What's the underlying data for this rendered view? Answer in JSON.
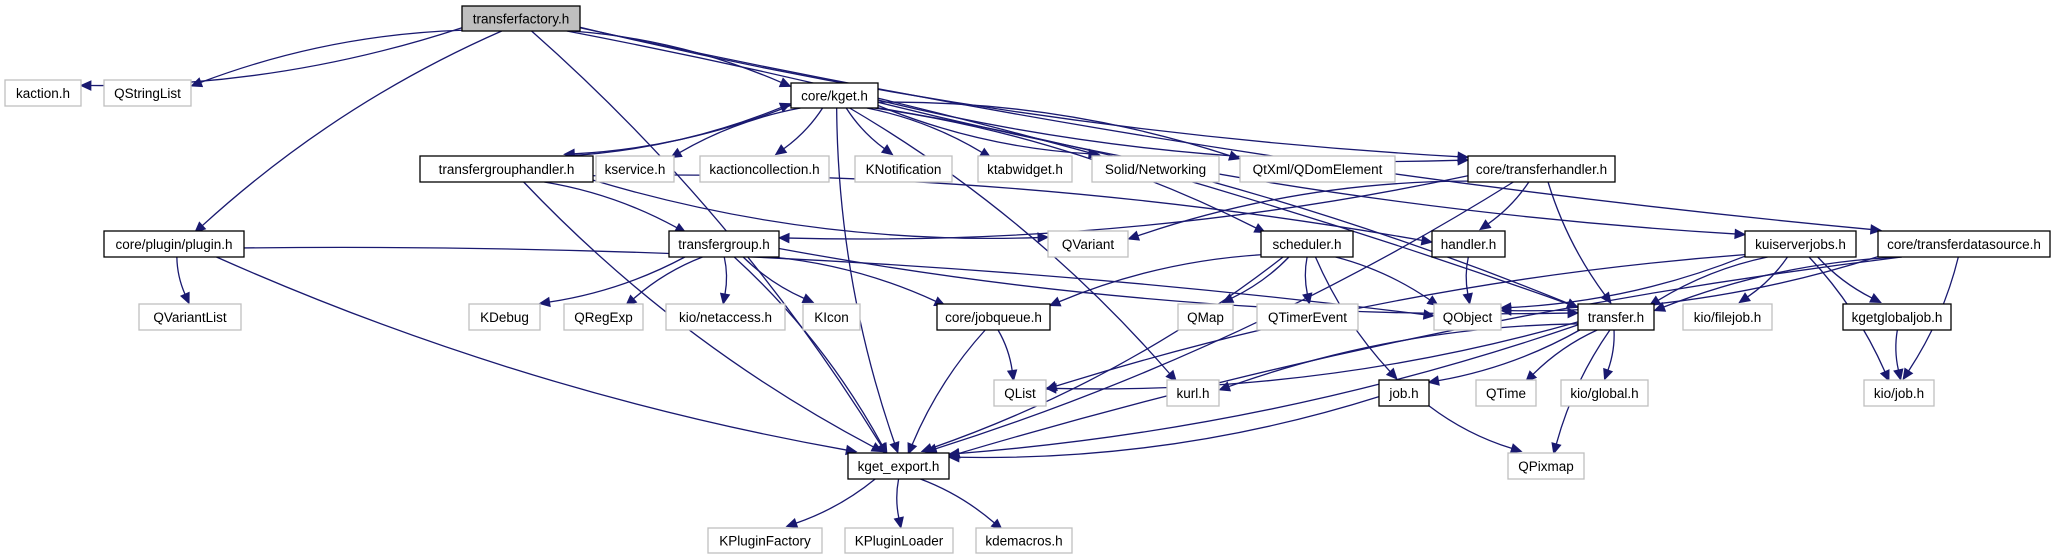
{
  "title": "transferfactory.h include dependency graph",
  "colors": {
    "edge": "#191970",
    "root_fill": "#bfbfbf",
    "local_border": "#000000",
    "external_border": "#bfbfbf"
  },
  "nodes": [
    {
      "id": "transferfactory",
      "label": "transferfactory.h",
      "kind": "root"
    },
    {
      "id": "kaction",
      "label": "kaction.h",
      "kind": "external"
    },
    {
      "id": "qstringlist",
      "label": "QStringList",
      "kind": "external"
    },
    {
      "id": "kget",
      "label": "core/kget.h",
      "kind": "local"
    },
    {
      "id": "transfergrouphandler",
      "label": "transfergrouphandler.h",
      "kind": "local"
    },
    {
      "id": "kservice",
      "label": "kservice.h",
      "kind": "external"
    },
    {
      "id": "kactioncollection",
      "label": "kactioncollection.h",
      "kind": "external"
    },
    {
      "id": "knotification",
      "label": "KNotification",
      "kind": "external"
    },
    {
      "id": "ktabwidget",
      "label": "ktabwidget.h",
      "kind": "external"
    },
    {
      "id": "solidnetworking",
      "label": "Solid/Networking",
      "kind": "external"
    },
    {
      "id": "qdomelement",
      "label": "QtXml/QDomElement",
      "kind": "external"
    },
    {
      "id": "transferhandler",
      "label": "core/transferhandler.h",
      "kind": "local"
    },
    {
      "id": "plugin",
      "label": "core/plugin/plugin.h",
      "kind": "local"
    },
    {
      "id": "transfergroup",
      "label": "transfergroup.h",
      "kind": "local"
    },
    {
      "id": "qvariant",
      "label": "QVariant",
      "kind": "external"
    },
    {
      "id": "scheduler",
      "label": "scheduler.h",
      "kind": "local"
    },
    {
      "id": "handler",
      "label": "handler.h",
      "kind": "local"
    },
    {
      "id": "kuiserverjobs",
      "label": "kuiserverjobs.h",
      "kind": "local"
    },
    {
      "id": "transferdatasource",
      "label": "core/transferdatasource.h",
      "kind": "local"
    },
    {
      "id": "qvariantlist",
      "label": "QVariantList",
      "kind": "external"
    },
    {
      "id": "kdebug",
      "label": "KDebug",
      "kind": "external"
    },
    {
      "id": "qregexp",
      "label": "QRegExp",
      "kind": "external"
    },
    {
      "id": "netaccess",
      "label": "kio/netaccess.h",
      "kind": "external"
    },
    {
      "id": "kicon",
      "label": "KIcon",
      "kind": "external"
    },
    {
      "id": "jobqueue",
      "label": "core/jobqueue.h",
      "kind": "local"
    },
    {
      "id": "qmap",
      "label": "QMap",
      "kind": "external"
    },
    {
      "id": "qtimerevent",
      "label": "QTimerEvent",
      "kind": "external"
    },
    {
      "id": "qobject",
      "label": "QObject",
      "kind": "external"
    },
    {
      "id": "transfer",
      "label": "transfer.h",
      "kind": "local"
    },
    {
      "id": "filejob",
      "label": "kio/filejob.h",
      "kind": "external"
    },
    {
      "id": "kgetglobaljob",
      "label": "kgetglobaljob.h",
      "kind": "local"
    },
    {
      "id": "qlist",
      "label": "QList",
      "kind": "external"
    },
    {
      "id": "kurl",
      "label": "kurl.h",
      "kind": "external"
    },
    {
      "id": "job",
      "label": "job.h",
      "kind": "local"
    },
    {
      "id": "qtime",
      "label": "QTime",
      "kind": "external"
    },
    {
      "id": "kioglobal",
      "label": "kio/global.h",
      "kind": "external"
    },
    {
      "id": "kiojob",
      "label": "kio/job.h",
      "kind": "external"
    },
    {
      "id": "kgetexport",
      "label": "kget_export.h",
      "kind": "local"
    },
    {
      "id": "qpixmap",
      "label": "QPixmap",
      "kind": "external"
    },
    {
      "id": "kpluginfactory",
      "label": "KPluginFactory",
      "kind": "external"
    },
    {
      "id": "kpluginloader",
      "label": "KPluginLoader",
      "kind": "external"
    },
    {
      "id": "kdemacros",
      "label": "kdemacros.h",
      "kind": "external"
    }
  ],
  "edges": [
    [
      "transferfactory",
      "kaction"
    ],
    [
      "transferfactory",
      "qstringlist"
    ],
    [
      "transferfactory",
      "kget"
    ],
    [
      "transferfactory",
      "plugin"
    ],
    [
      "transferfactory",
      "kgetexport"
    ],
    [
      "transferfactory",
      "transferhandler"
    ],
    [
      "transferfactory",
      "transfer"
    ],
    [
      "transferfactory",
      "transferdatasource"
    ],
    [
      "kget",
      "transfergrouphandler"
    ],
    [
      "kget",
      "kservice"
    ],
    [
      "kget",
      "kactioncollection"
    ],
    [
      "kget",
      "knotification"
    ],
    [
      "kget",
      "ktabwidget"
    ],
    [
      "kget",
      "solidnetworking"
    ],
    [
      "kget",
      "qdomelement"
    ],
    [
      "kget",
      "transferhandler"
    ],
    [
      "kget",
      "scheduler"
    ],
    [
      "kget",
      "kuiserverjobs"
    ],
    [
      "kget",
      "transfer"
    ],
    [
      "kget",
      "kgetexport"
    ],
    [
      "kget",
      "kurl"
    ],
    [
      "transfergrouphandler",
      "kget"
    ],
    [
      "transfergrouphandler",
      "transfergroup"
    ],
    [
      "transfergrouphandler",
      "qvariant"
    ],
    [
      "transfergrouphandler",
      "handler"
    ],
    [
      "transfergrouphandler",
      "kgetexport"
    ],
    [
      "transferhandler",
      "transfergroup"
    ],
    [
      "transferhandler",
      "qvariant"
    ],
    [
      "transferhandler",
      "handler"
    ],
    [
      "transferhandler",
      "transfer"
    ],
    [
      "transferhandler",
      "kgetexport"
    ],
    [
      "plugin",
      "qvariantlist"
    ],
    [
      "plugin",
      "qobject"
    ],
    [
      "plugin",
      "kgetexport"
    ],
    [
      "transfergroup",
      "kdebug"
    ],
    [
      "transfergroup",
      "qregexp"
    ],
    [
      "transfergroup",
      "netaccess"
    ],
    [
      "transfergroup",
      "kicon"
    ],
    [
      "transfergroup",
      "jobqueue"
    ],
    [
      "transfergroup",
      "transfer"
    ],
    [
      "transfergroup",
      "kgetexport"
    ],
    [
      "scheduler",
      "jobqueue"
    ],
    [
      "scheduler",
      "qmap"
    ],
    [
      "scheduler",
      "qtimerevent"
    ],
    [
      "scheduler",
      "qobject"
    ],
    [
      "scheduler",
      "job"
    ],
    [
      "scheduler",
      "kgetexport"
    ],
    [
      "handler",
      "qobject"
    ],
    [
      "kuiserverjobs",
      "qobject"
    ],
    [
      "kuiserverjobs",
      "transfer"
    ],
    [
      "kuiserverjobs",
      "filejob"
    ],
    [
      "kuiserverjobs",
      "kgetglobaljob"
    ],
    [
      "kuiserverjobs",
      "kiojob"
    ],
    [
      "kuiserverjobs",
      "qlist"
    ],
    [
      "transferdatasource",
      "qobject"
    ],
    [
      "transferdatasource",
      "transfer"
    ],
    [
      "transferdatasource",
      "kiojob"
    ],
    [
      "transferdatasource",
      "kgetexport"
    ],
    [
      "jobqueue",
      "qlist"
    ],
    [
      "jobqueue",
      "kgetexport"
    ],
    [
      "transfer",
      "qlist"
    ],
    [
      "transfer",
      "kurl"
    ],
    [
      "transfer",
      "job"
    ],
    [
      "transfer",
      "qtime"
    ],
    [
      "transfer",
      "kioglobal"
    ],
    [
      "transfer",
      "qpixmap"
    ],
    [
      "transfer",
      "kgetexport"
    ],
    [
      "kgetglobaljob",
      "kiojob"
    ],
    [
      "job",
      "kgetexport"
    ],
    [
      "job",
      "qpixmap"
    ],
    [
      "kgetexport",
      "kpluginfactory"
    ],
    [
      "kgetexport",
      "kpluginloader"
    ],
    [
      "kgetexport",
      "kdemacros"
    ]
  ]
}
